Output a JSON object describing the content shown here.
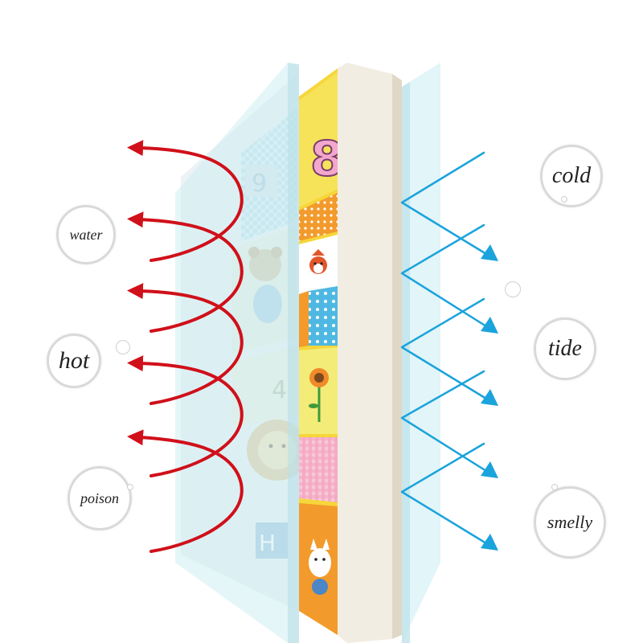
{
  "labels": {
    "water": "water",
    "hot": "hot",
    "poison": "poison",
    "cold": "cold",
    "tide": "tide",
    "smelly": "smelly"
  },
  "mat": {
    "number": "8"
  },
  "colors": {
    "heat_arrow": "#d0101a",
    "cold_arrow": "#1aa3dc",
    "glass_panel": "#cfeef3",
    "foam_core": "#f2ede2",
    "mat_yellow": "#f6d63a",
    "mat_orange": "#f39a2c",
    "mat_blue": "#4fb8e2",
    "mat_pink": "#f4a6c2"
  },
  "icons": [
    "heat-arrow-icon",
    "cold-arrow-icon",
    "fox-icon",
    "flower-icon",
    "cat-icon",
    "lion-icon",
    "bear-icon"
  ]
}
